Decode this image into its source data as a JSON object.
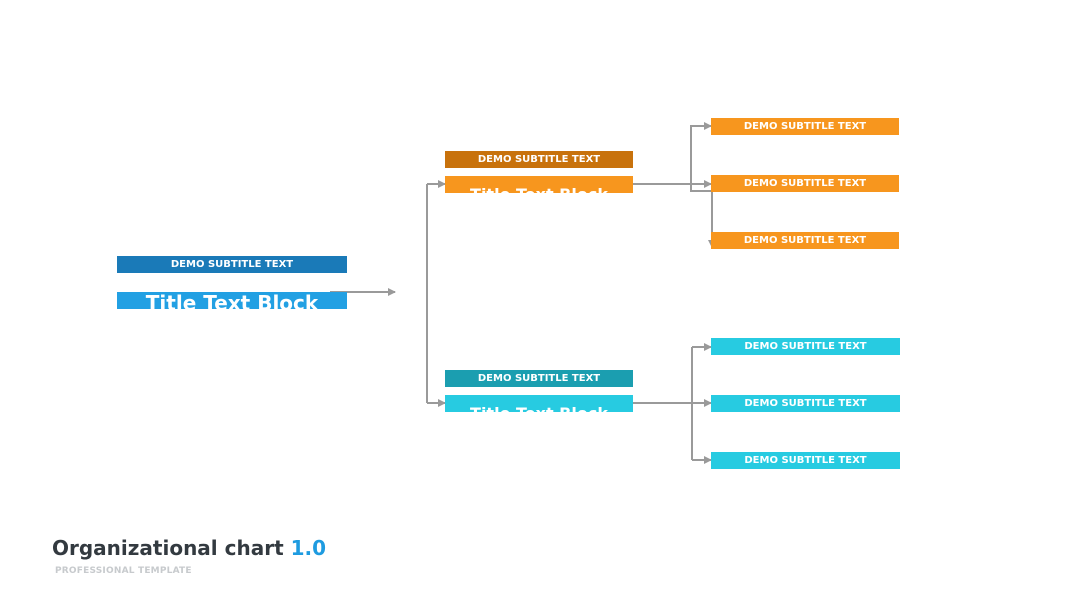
{
  "colors": {
    "root_header": "#1a7ab8",
    "root_title": "#22a0e3",
    "orange_header": "#c8720c",
    "orange": "#f7961e",
    "teal_header": "#1b9eb0",
    "cyan": "#27cbe1",
    "connector": "#9a9a9a",
    "footer_title": "#333a40",
    "footer_accent": "#1e9be0",
    "footer_sub": "#c7cacd"
  },
  "root": {
    "subtitle": "DEMO SUBTITLE TEXT",
    "title": "Title Text Block"
  },
  "branches": [
    {
      "subtitle": "DEMO SUBTITLE TEXT",
      "title": "Title Text Block",
      "children": [
        "DEMO SUBTITLE TEXT",
        "DEMO SUBTITLE TEXT",
        "DEMO SUBTITLE TEXT"
      ]
    },
    {
      "subtitle": "DEMO SUBTITLE TEXT",
      "title": "Title Text Block",
      "children": [
        "DEMO SUBTITLE TEXT",
        "DEMO SUBTITLE TEXT",
        "DEMO SUBTITLE TEXT"
      ]
    }
  ],
  "footer": {
    "title": "Organizational chart",
    "version": "1.0",
    "subtitle": "PROFESSIONAL TEMPLATE"
  }
}
